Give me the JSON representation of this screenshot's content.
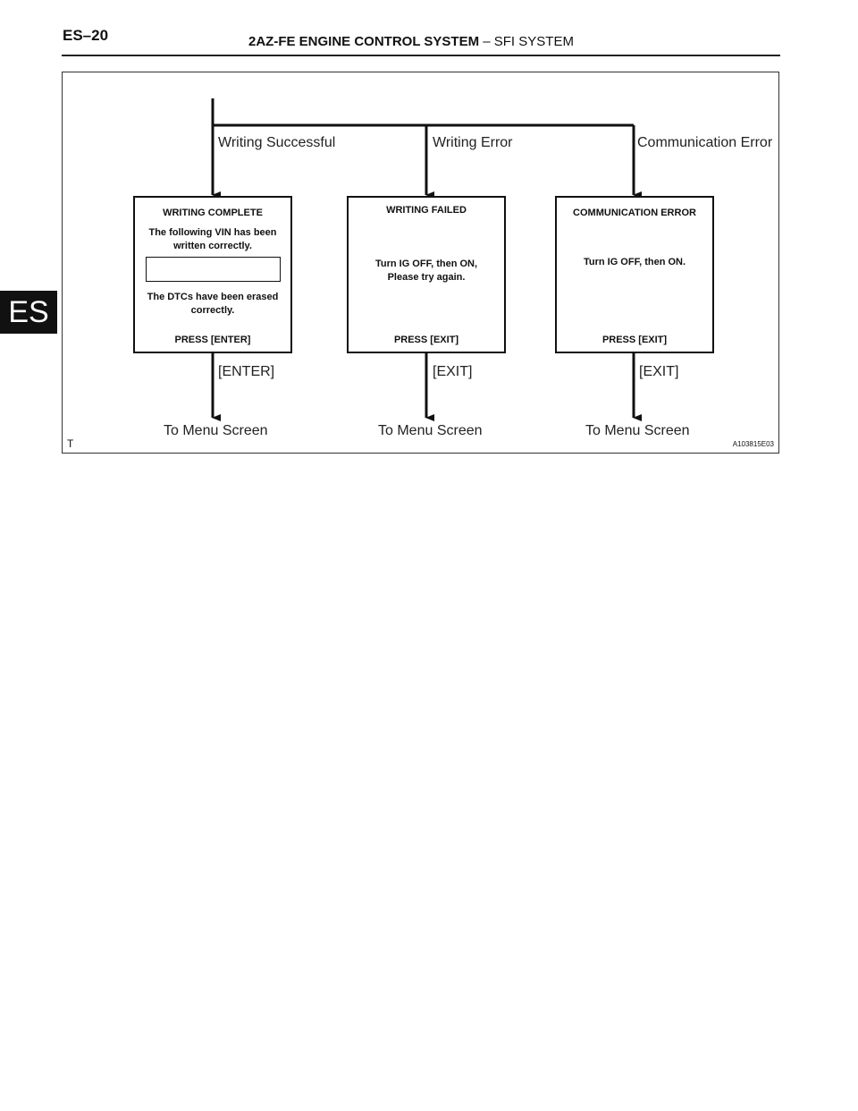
{
  "header": {
    "page_number": "ES–20",
    "title_bold": "2AZ-FE ENGINE CONTROL SYSTEM",
    "title_rest": "–  SFI SYSTEM"
  },
  "side_tab": "ES",
  "diagram": {
    "branches": [
      {
        "condition": "Writing Successful",
        "key": "[ENTER]",
        "destination": "To Menu Screen"
      },
      {
        "condition": "Writing Error",
        "key": "[EXIT]",
        "destination": "To Menu Screen"
      },
      {
        "condition": "Communication Error",
        "key": "[EXIT]",
        "destination": "To Menu Screen"
      }
    ],
    "screens": [
      {
        "title": "WRITING COMPLETE",
        "line1": "The following VIN has been\nwritten correctly.",
        "line2": "The DTCs have been erased\ncorrectly.",
        "prompt": "PRESS [ENTER]"
      },
      {
        "title": "WRITING  FAILED",
        "line1": "Turn IG OFF, then ON,\nPlease try again.",
        "prompt": "PRESS [EXIT]"
      },
      {
        "title": "COMMUNICATION ERROR",
        "line1": "Turn IG OFF, then ON.",
        "prompt": "PRESS [EXIT]"
      }
    ],
    "figure_code": "A103815E03",
    "corner_mark": "T"
  }
}
